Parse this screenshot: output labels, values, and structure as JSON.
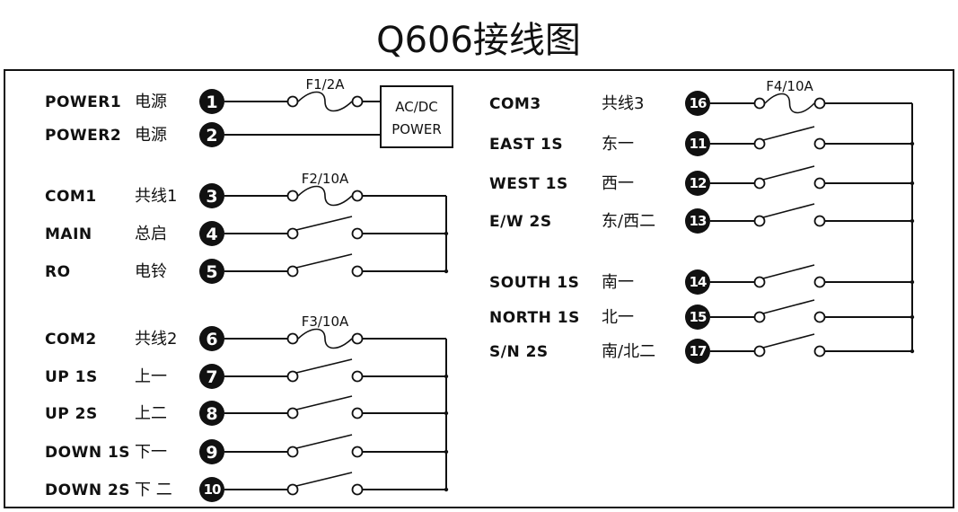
{
  "title": "Q606接线图",
  "power_supply": {
    "line1": "AC/DC",
    "line2": "POWER"
  },
  "left_groups": [
    {
      "rows": [
        {
          "label": "POWER1",
          "cn": "电源",
          "num": "1",
          "type": "psu",
          "fuse": "F1/2A"
        },
        {
          "label": "POWER2",
          "cn": "电源",
          "num": "2",
          "type": "psu"
        }
      ]
    },
    {
      "rows": [
        {
          "label": "COM1",
          "cn": "共线1",
          "num": "3",
          "type": "fuse",
          "fuse": "F2/10A"
        },
        {
          "label": "MAIN",
          "cn": "总启",
          "num": "4",
          "type": "switch"
        },
        {
          "label": "RO",
          "cn": "电铃",
          "num": "5",
          "type": "switch"
        }
      ]
    },
    {
      "rows": [
        {
          "label": "COM2",
          "cn": "共线2",
          "num": "6",
          "type": "fuse",
          "fuse": "F3/10A"
        },
        {
          "label": "UP  1S",
          "cn": "上一",
          "num": "7",
          "type": "switch"
        },
        {
          "label": "UP  2S",
          "cn": "上二",
          "num": "8",
          "type": "switch"
        },
        {
          "label": "DOWN 1S",
          "cn": "下一",
          "num": "9",
          "type": "switch"
        },
        {
          "label": "DOWN 2S",
          "cn": "下 二",
          "num": "10",
          "type": "switch"
        }
      ]
    }
  ],
  "right_groups": [
    {
      "rows": [
        {
          "label": "COM3",
          "cn": "共线3",
          "num": "16",
          "type": "fuse",
          "fuse": "F4/10A"
        },
        {
          "label": "EAST 1S",
          "cn": "东一",
          "num": "11",
          "type": "switch"
        },
        {
          "label": "WEST 1S",
          "cn": "西一",
          "num": "12",
          "type": "switch"
        },
        {
          "label": "E/W 2S",
          "cn": "东/西二",
          "num": "13",
          "type": "switch"
        }
      ]
    },
    {
      "rows": [
        {
          "label": "SOUTH 1S",
          "cn": "南一",
          "num": "14",
          "type": "switch"
        },
        {
          "label": "NORTH 1S",
          "cn": "北一",
          "num": "15",
          "type": "switch"
        },
        {
          "label": "S/N 2S",
          "cn": "南/北二",
          "num": "17",
          "type": "switch"
        }
      ]
    }
  ]
}
